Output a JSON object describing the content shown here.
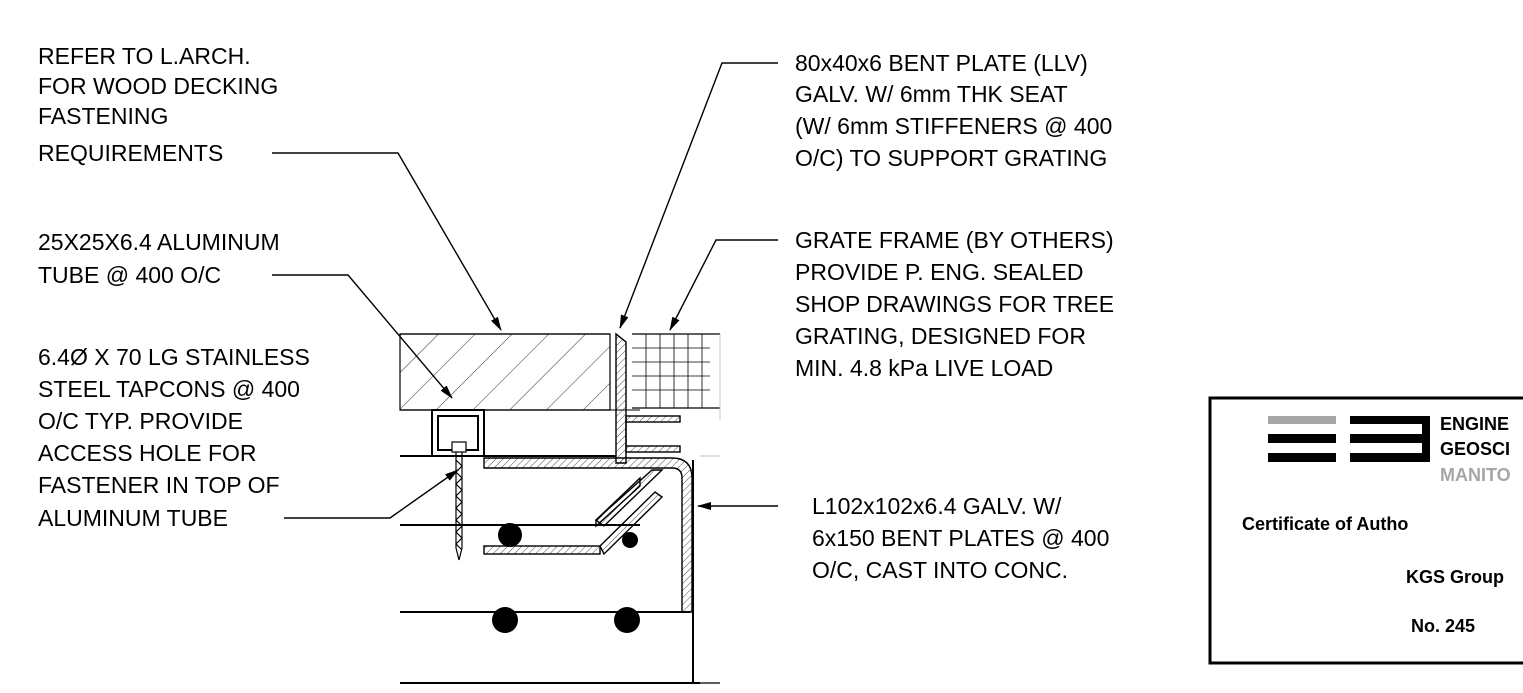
{
  "notes": {
    "wood_decking": [
      "REFER TO L.ARCH.",
      "FOR WOOD DECKING",
      "FASTENING",
      "REQUIREMENTS"
    ],
    "aluminum_tube": [
      "25X25X6.4 ALUMINUM",
      "TUBE @ 400 O/C"
    ],
    "tapcons": [
      "6.4Ø X 70 LG STAINLESS",
      "STEEL TAPCONS @ 400",
      "O/C TYP. PROVIDE",
      "ACCESS HOLE FOR",
      "FASTENER IN TOP OF",
      "ALUMINUM TUBE"
    ],
    "bent_plate": [
      "80x40x6 BENT PLATE (LLV)",
      "GALV. W/ 6mm THK SEAT",
      "(W/ 6mm STIFFENERS @ 400",
      "O/C) TO SUPPORT GRATING"
    ],
    "grate_frame": [
      "GRATE FRAME (BY OTHERS)",
      "PROVIDE P. ENG. SEALED",
      "SHOP DRAWINGS FOR TREE",
      "GRATING, DESIGNED FOR",
      "MIN. 4.8 kPa LIVE LOAD"
    ],
    "angle": [
      "L102x102x6.4 GALV. W/",
      "6x150 BENT PLATES @ 400",
      "O/C, CAST INTO CONC."
    ]
  },
  "stamp": {
    "line1": "ENGINE",
    "line2": "GEOSCI",
    "line3": "MANITO",
    "certificate": "Certificate of Autho",
    "company": "KGS Group",
    "number": "No. 245"
  },
  "colors": {
    "ink": "#000000",
    "stamp_grey": "#a6a6a6",
    "faint_line": "#bdbdbd"
  }
}
